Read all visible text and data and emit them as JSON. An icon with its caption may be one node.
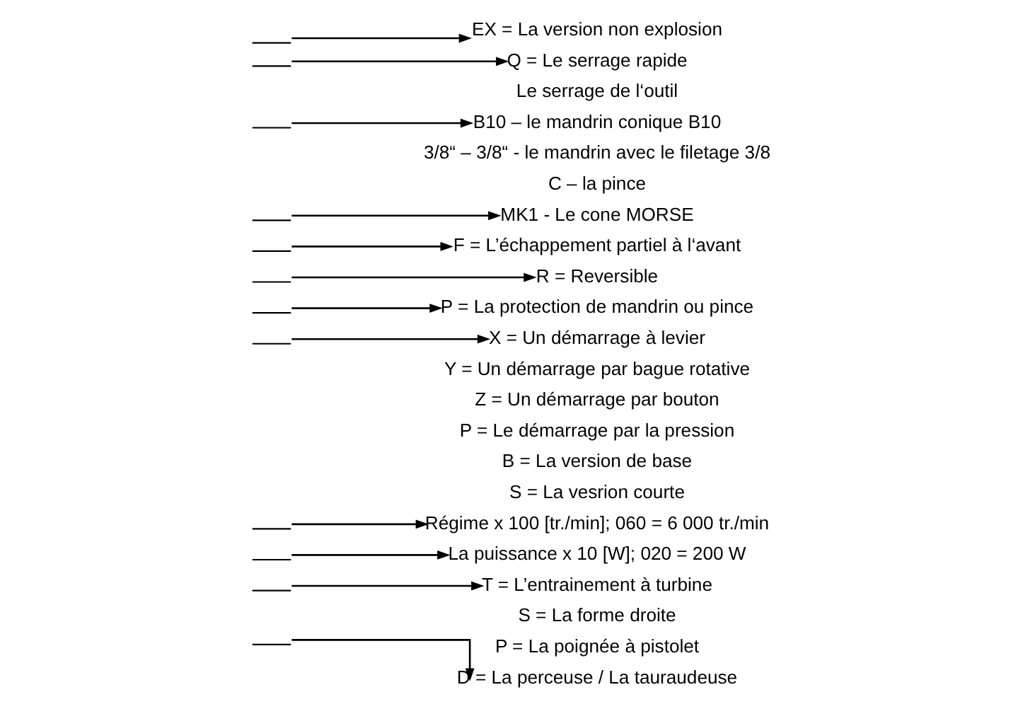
{
  "diagram": {
    "nodes": [
      {
        "text": [],
        "shape": "bar"
      },
      {
        "text": [],
        "shape": "bar"
      },
      {
        "text": [],
        "shape": "bar"
      },
      {
        "text": [],
        "shape": "bar"
      },
      {
        "text": [],
        "shape": "bar"
      },
      {
        "text": [],
        "shape": "bar"
      },
      {
        "text": [],
        "shape": "bar"
      },
      {
        "text": [],
        "shape": "bar"
      },
      {
        "text": [],
        "shape": "bar"
      },
      {
        "text": [],
        "shape": "bar"
      },
      {
        "text": [],
        "shape": "bar"
      },
      {
        "text": [],
        "shape": "bar"
      },
      {
        "text": [
          "EX = La version non explosion"
        ]
      },
      {
        "text": [
          "Q = Le serrage rapide"
        ]
      },
      {
        "text": [
          "B10 – le mandrin conique B10"
        ]
      },
      {
        "text": [
          "MK1 - Le cone MORSE"
        ]
      },
      {
        "text": [
          "F = L’échappement partiel à l‘avant"
        ]
      },
      {
        "text": [
          "R = Reversible"
        ]
      },
      {
        "text": [
          "P = La protection de mandrin ou pince"
        ]
      },
      {
        "text": [
          "X = Un démarrage à levier"
        ]
      },
      {
        "text": [
          "Régime x 100 [tr./min]; 060 = 6 000 tr./min"
        ]
      },
      {
        "text": [
          "La puissance x 10 [W]; 020 = 200 W"
        ]
      },
      {
        "text": [
          "T = L’entrainement à turbine"
        ]
      },
      {
        "text": [
          "D = La perceuse / La tauraudeuse"
        ]
      }
    ],
    "edges": [
      {
        "from": 0,
        "to": 23,
        "arrow": "to"
      },
      {
        "from": 1,
        "to": 22,
        "arrow": "to"
      },
      {
        "from": 2,
        "to": 21,
        "arrow": "to"
      },
      {
        "from": 3,
        "to": 20,
        "arrow": "to"
      },
      {
        "from": 4,
        "to": 19,
        "arrow": "to"
      },
      {
        "from": 5,
        "to": 18,
        "arrow": "to"
      },
      {
        "from": 6,
        "to": 17,
        "arrow": "to"
      },
      {
        "from": 7,
        "to": 16,
        "arrow": "to"
      },
      {
        "from": 8,
        "to": 15,
        "arrow": "to"
      },
      {
        "from": 9,
        "to": 14,
        "arrow": "to"
      },
      {
        "from": 10,
        "to": 13,
        "arrow": "to"
      },
      {
        "from": 11,
        "to": 12,
        "arrow": "to"
      }
    ],
    "labels": [
      "Le serrage de l‘outil",
      "3/8“ – 3/8“ - le mandrin avec le filetage 3/8",
      "C – la pince",
      "Y = Un démarrage par bague rotative",
      "Z = Un démarrage par bouton",
      "P = Le démarrage par la pression",
      "B = La version de base",
      "S = La vesrion courte",
      "S = La forme droite",
      "P = La poignée à pistolet"
    ]
  }
}
